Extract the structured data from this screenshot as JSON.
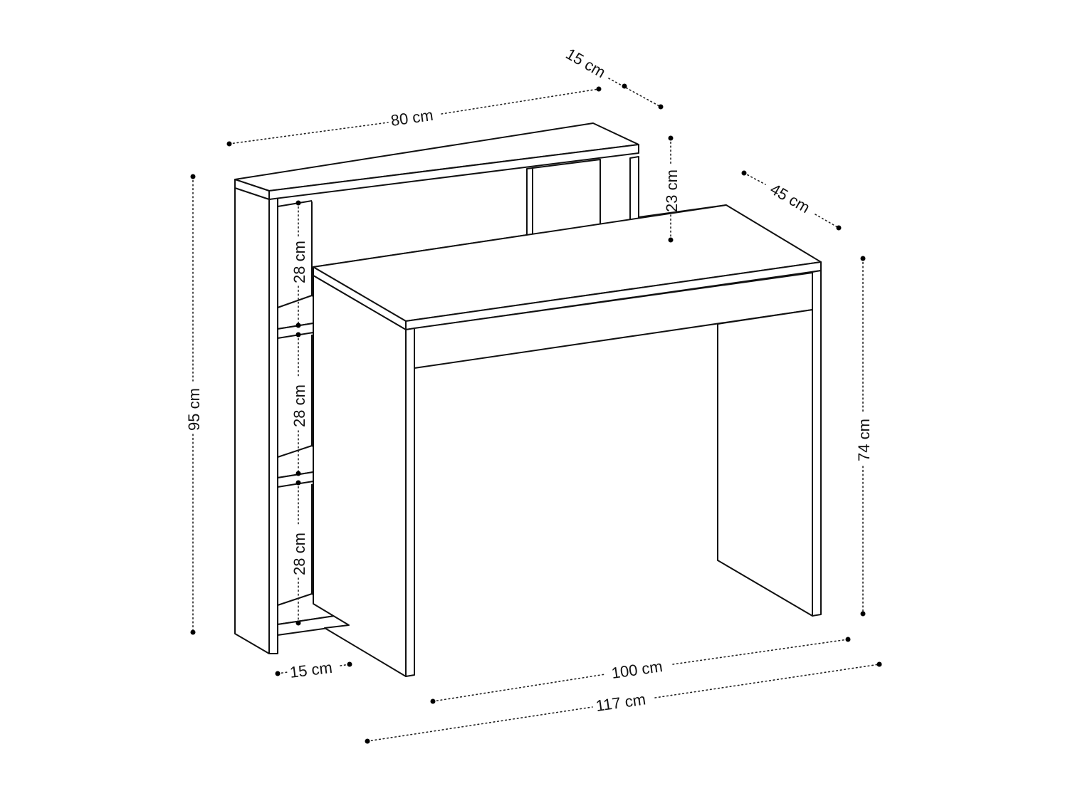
{
  "diagram": {
    "subject": "Desk with side shelving unit and top hutch",
    "colors": {
      "line": "#111111",
      "background": "#ffffff"
    },
    "dimensions": {
      "hutch_width": "80 cm",
      "hutch_depth": "15 cm",
      "hutch_height": "23 cm",
      "desk_depth": "45 cm",
      "total_height": "95 cm",
      "desk_height": "74 cm",
      "shelf_gap_top": "28 cm",
      "shelf_gap_middle": "28 cm",
      "shelf_gap_bottom": "28 cm",
      "shelf_depth": "15 cm",
      "desk_width": "100 cm",
      "total_width": "117 cm"
    }
  }
}
